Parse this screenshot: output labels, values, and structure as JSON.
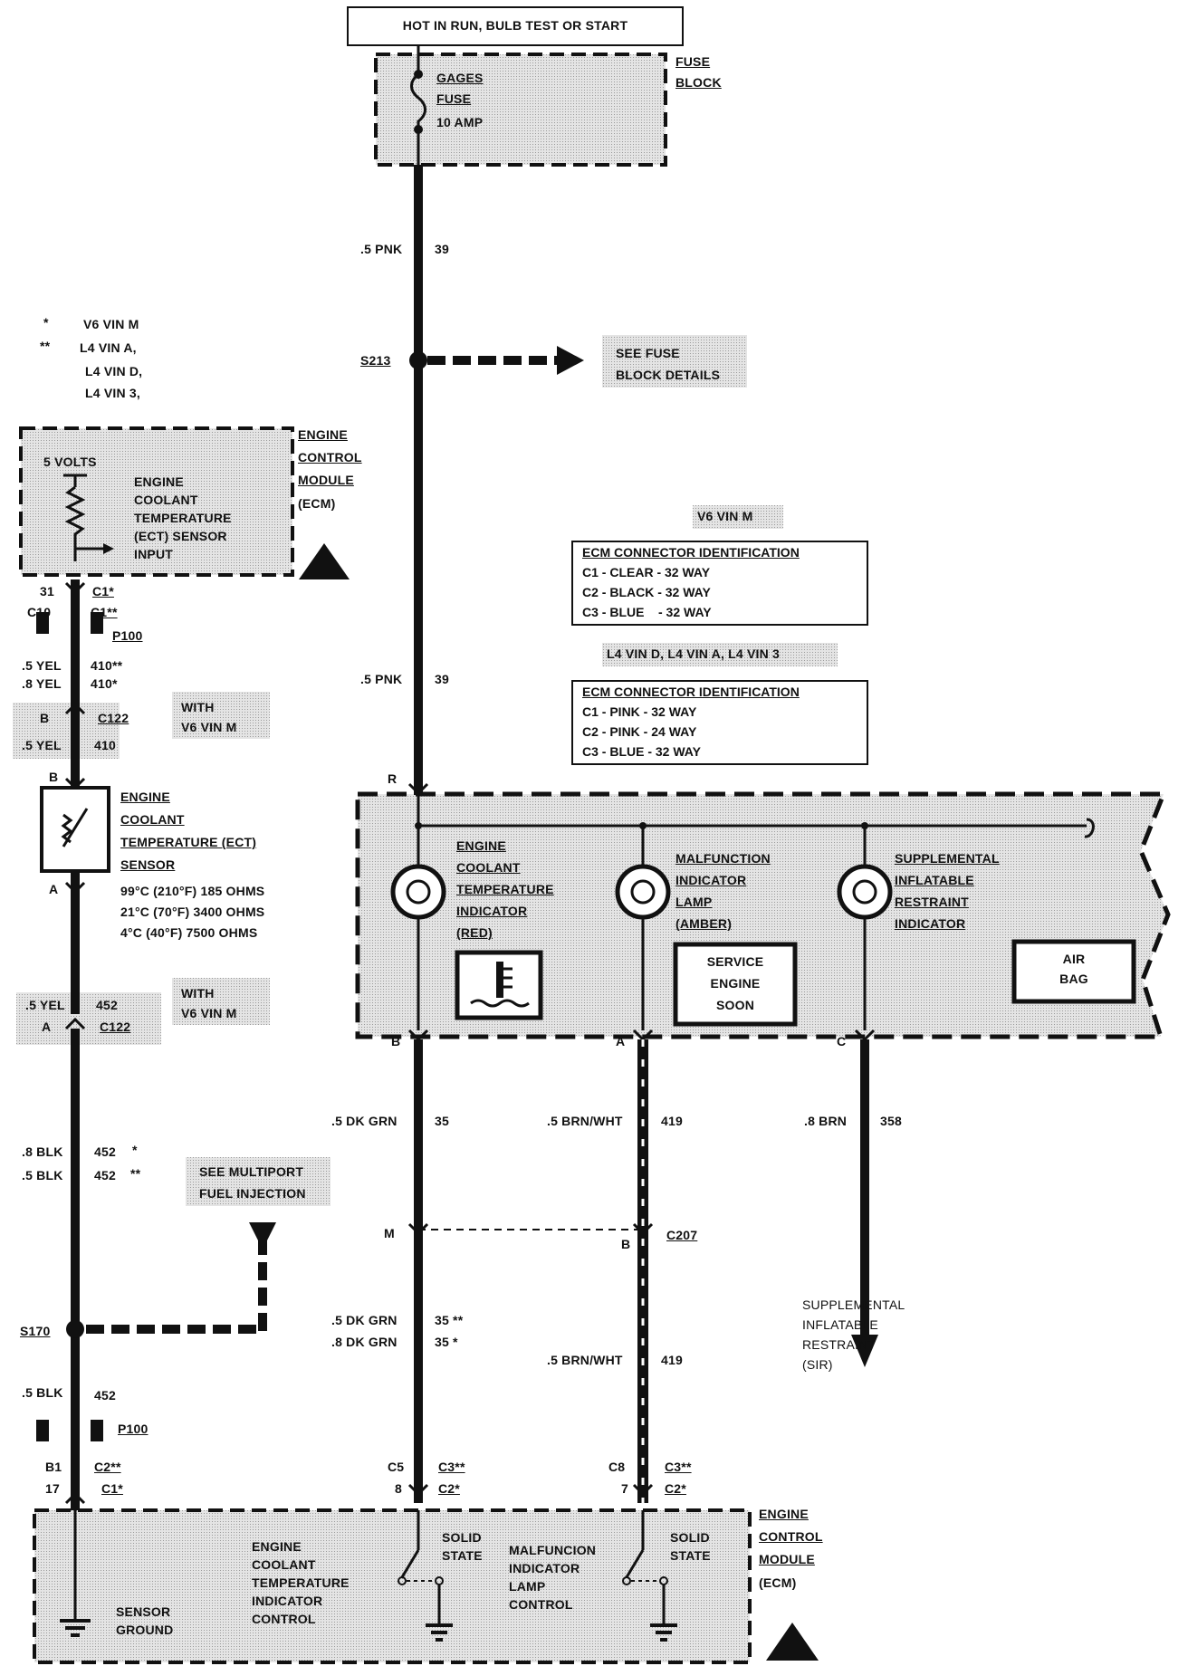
{
  "colors": {
    "wire": "#111111",
    "shade": "#d6d6d6",
    "paper": "#ffffff"
  },
  "top_box": "HOT IN RUN, BULB TEST OR START",
  "fuse_block": {
    "line1": "FUSE",
    "line2": "BLOCK",
    "fuse_name1": "GAGES",
    "fuse_name2": "FUSE",
    "fuse_rating": "10 AMP"
  },
  "footnotes": {
    "star": "*",
    "star_text": "V6 VIN M",
    "dstar": "**",
    "dstar_text1": "L4 VIN A,",
    "dstar_text2": "L4 VIN D,",
    "dstar_text3": "L4 VIN 3,"
  },
  "main_wire": {
    "gauge_top": ".5 PNK",
    "circuit_top": "39",
    "gauge_mid": ".5 PNK",
    "circuit_mid": "39",
    "splice": "S213",
    "splice_ref": "SEE FUSE\nBLOCK DETAILS"
  },
  "ecm_top": {
    "title1": "ENGINE",
    "title2": "CONTROL",
    "title3": "MODULE",
    "title4": "(ECM)",
    "volts": "5 VOLTS",
    "input_text": "ENGINE\nCOOLANT\nTEMPERATURE\n(ECT) SENSOR\nINPUT"
  },
  "ecm_top_conn": {
    "pin_a": "31",
    "conn_a": "C1*",
    "pin_b": "C10",
    "conn_b": "C1**"
  },
  "p100": "P100",
  "wire_410": {
    "g1": ".5 YEL",
    "c1": "410**",
    "g2": ".8 YEL",
    "c2": "410*"
  },
  "c122_top": {
    "pin": "B",
    "conn": "C122",
    "gauge": ".5 YEL",
    "circuit": "410",
    "with": "WITH\nV6 VIN M"
  },
  "ect_sensor": {
    "pin_b": "B",
    "pin_a": "A",
    "name1": "ENGINE",
    "name2": "COOLANT",
    "name3": "TEMPERATURE (ECT)",
    "name4": "SENSOR",
    "spec1": "99°C (210°F) 185 OHMS",
    "spec2": "21°C (70°F) 3400 OHMS",
    "spec3": "4°C (40°F) 7500 OHMS"
  },
  "c122_bot": {
    "gauge": ".5 YEL",
    "circuit": "452",
    "pin": "A",
    "conn": "C122",
    "with": "WITH\nV6 VIN M"
  },
  "wire_452": {
    "g1": ".8 BLK",
    "c1": "452",
    "s1": "*",
    "g2": ".5 BLK",
    "c2": "452",
    "s2": "**",
    "ref": "SEE MULTIPORT\nFUEL INJECTION"
  },
  "s170": {
    "splice": "S170",
    "gauge": ".5 BLK",
    "circuit": "452",
    "conn": "P100"
  },
  "ecm_conn_id_v6": {
    "heading": "V6 VIN M",
    "title": "ECM CONNECTOR IDENTIFICATION",
    "rows": [
      "C1 - CLEAR - 32 WAY",
      "C2 - BLACK - 32 WAY",
      "C3 - BLUE    - 32 WAY"
    ]
  },
  "ecm_conn_id_l4": {
    "heading": "L4 VIN D, L4 VIN A, L4 VIN 3",
    "title": "ECM CONNECTOR IDENTIFICATION",
    "rows": [
      "C1 - PINK - 32 WAY",
      "C2 - PINK - 24 WAY",
      "C3 - BLUE - 32 WAY"
    ]
  },
  "cluster": {
    "pin_r": "R",
    "ind1": "ENGINE\nCOOLANT\nTEMPERATURE\nINDICATOR\n(RED)",
    "ind2": "MALFUNCTION\nINDICATOR\nLAMP\n(AMBER)",
    "ind3": "SUPPLEMENTAL\nINFLATABLE\nRESTRAINT\nINDICATOR",
    "ses": "SERVICE\nENGINE\nSOON",
    "airbag": "AIR\nBAG",
    "pin_b": "B",
    "pin_a": "A",
    "pin_c": "C"
  },
  "wires_bottom": {
    "w35_g": ".5 DK GRN",
    "w35_c": "35",
    "w419_g": ".5 BRN/WHT",
    "w419_c": "419",
    "w358_g": ".8 BRN",
    "w358_c": "358",
    "c207_m": "M",
    "c207_b": "B",
    "c207": "C207",
    "w35b_g1": ".5 DK GRN",
    "w35b_c1": "35 **",
    "w35b_g2": ".8 DK GRN",
    "w35b_c2": "35 *",
    "w419b_g": ".5 BRN/WHT",
    "w419b_c": "419",
    "sir": "SUPPLEMENTAL\nINFLATABLE\nRESTRAINT\n(SIR)"
  },
  "ecm_bottom": {
    "l_b1": "B1",
    "l_c2": "C2**",
    "l_17": "17",
    "l_c1": "C1*",
    "m_c5": "C5",
    "m_c3": "C3**",
    "m_8": "8",
    "m_c2": "C2*",
    "r_c8": "C8",
    "r_c3": "C3**",
    "r_7": "7",
    "r_c2": "C2*",
    "sensor_ground": "SENSOR\nGROUND",
    "ect_ctrl": "ENGINE\nCOOLANT\nTEMPERATURE\nINDICATOR\nCONTROL",
    "solid1": "SOLID\nSTATE",
    "mil_ctrl": "MALFUNCION\nINDICATOR\nLAMP\nCONTROL",
    "solid2": "SOLID\nSTATE",
    "title1": "ENGINE",
    "title2": "CONTROL",
    "title3": "MODULE",
    "title4": "(ECM)"
  }
}
